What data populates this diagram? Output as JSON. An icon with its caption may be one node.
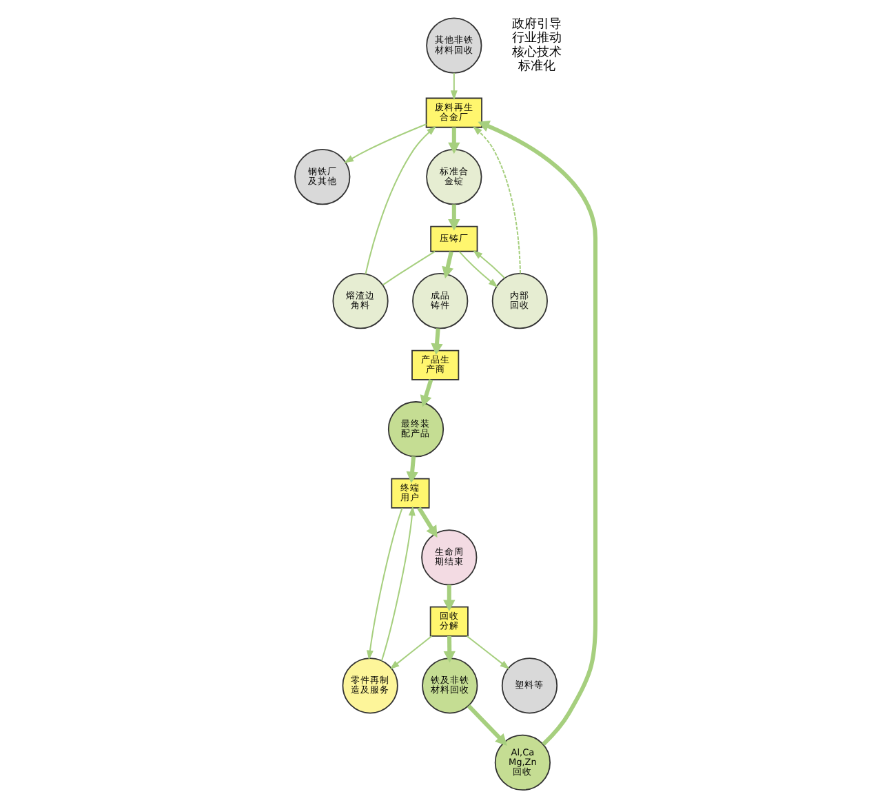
{
  "diagram": {
    "nodes": [
      {
        "text": [
          "钢铁厂及其他"
        ]
      },
      {
        "text": [
          "标准合金锭"
        ]
      },
      {
        "text": [
          "废料再生合金厂"
        ]
      },
      {
        "text": [
          "熔渣边角料"
        ]
      },
      {
        "text": [
          "压铸厂"
        ]
      },
      {
        "text": [
          "内部回收"
        ]
      },
      {
        "text": [
          "成品铸件"
        ]
      },
      {
        "text": [
          "其他非铁材料回收"
        ]
      },
      {
        "text": [
          "Al,Ca Mg,Zn 回收"
        ]
      },
      {
        "text": [
          "铁及非铁材料回收"
        ]
      },
      {
        "text": [
          "塑料等"
        ]
      },
      {
        "text": [
          "产品生产商"
        ]
      },
      {
        "text": [
          "零件再制造及服务"
        ]
      },
      {
        "text": [
          "回收分解"
        ]
      },
      {
        "text": [
          "最终装配产品"
        ]
      },
      {
        "text": [
          "生命周期结束"
        ]
      },
      {
        "text": [
          "终端用户"
        ]
      }
    ],
    "edges": [
      {
        "from": 2,
        "to": 0,
        "arrow": "to"
      },
      {
        "from": 2,
        "to": 1,
        "arrow": "to",
        "style": "thick"
      },
      {
        "from": 1,
        "to": 4,
        "arrow": "to",
        "style": "thick"
      },
      {
        "from": 4,
        "to": 3,
        "arrow": "none"
      },
      {
        "from": 3,
        "to": 2,
        "arrow": "to"
      },
      {
        "from": 4,
        "to": 5,
        "arrow": "to"
      },
      {
        "from": 5,
        "to": 4,
        "arrow": "to"
      },
      {
        "from": 5,
        "to": 2,
        "arrow": "to",
        "style": "dashed"
      },
      {
        "from": 4,
        "to": 6,
        "arrow": "to",
        "style": "thick"
      },
      {
        "from": 6,
        "to": 11,
        "arrow": "to",
        "style": "thick"
      },
      {
        "from": 11,
        "to": 14,
        "arrow": "to",
        "style": "thick"
      },
      {
        "from": 14,
        "to": 16,
        "arrow": "to",
        "style": "thick"
      },
      {
        "from": 16,
        "to": 12,
        "arrow": "to"
      },
      {
        "from": 12,
        "to": 16,
        "arrow": "to"
      },
      {
        "from": 16,
        "to": 15,
        "arrow": "to",
        "style": "thick"
      },
      {
        "from": 15,
        "to": 13,
        "arrow": "to",
        "style": "thick"
      },
      {
        "from": 13,
        "to": 12,
        "arrow": "to"
      },
      {
        "from": 13,
        "to": 10,
        "arrow": "to"
      },
      {
        "from": 13,
        "to": 9,
        "arrow": "to",
        "style": "thick"
      },
      {
        "from": 9,
        "to": 8,
        "arrow": "to",
        "style": "thick"
      },
      {
        "from": 8,
        "to": 2,
        "arrow": "to",
        "style": "thick"
      },
      {
        "from": 7,
        "to": 2,
        "arrow": "to"
      }
    ],
    "labels": [
      "政府引导行业推动核心技术标准化"
    ]
  }
}
